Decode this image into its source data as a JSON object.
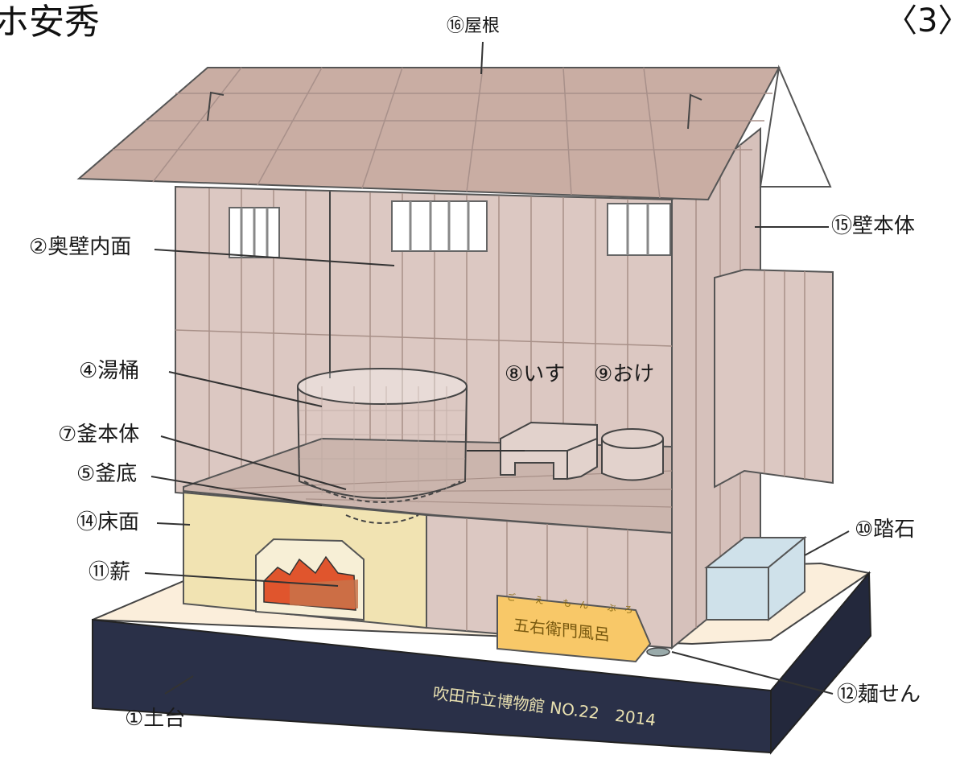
{
  "header": {
    "left_title": "ホ安秀",
    "right_page": "〈3〉"
  },
  "labels": {
    "roof": "⑯屋根",
    "back_wall": "②奥壁内面",
    "wall_body": "⑮壁本体",
    "bath_tub": "④湯桶",
    "chair": "⑧いす",
    "bucket": "⑨おけ",
    "kettle_body": "⑦釜本体",
    "kettle_bottom": "⑤釜底",
    "floor": "⑭床面",
    "firewood": "⑪薪",
    "step_stone": "⑩踏石",
    "drain_plug": "⑫麺せん",
    "base": "①土台"
  },
  "sign": {
    "ruby": "ご え もん ぶろ",
    "name": "五右衛門風呂"
  },
  "base_caption": "吹田市立博物館 NO.22　2014",
  "colors": {
    "roof": "#c9ada3",
    "wall": "#dcc8c2",
    "wall_line": "#a89088",
    "floor": "#cbb5ad",
    "hearth": "#f1e3b2",
    "fire": "#e0552d",
    "base_top": "#fbeedb",
    "base_side": "#2a3048",
    "stone": "#cfe1ea",
    "sign": "#f8c868"
  }
}
